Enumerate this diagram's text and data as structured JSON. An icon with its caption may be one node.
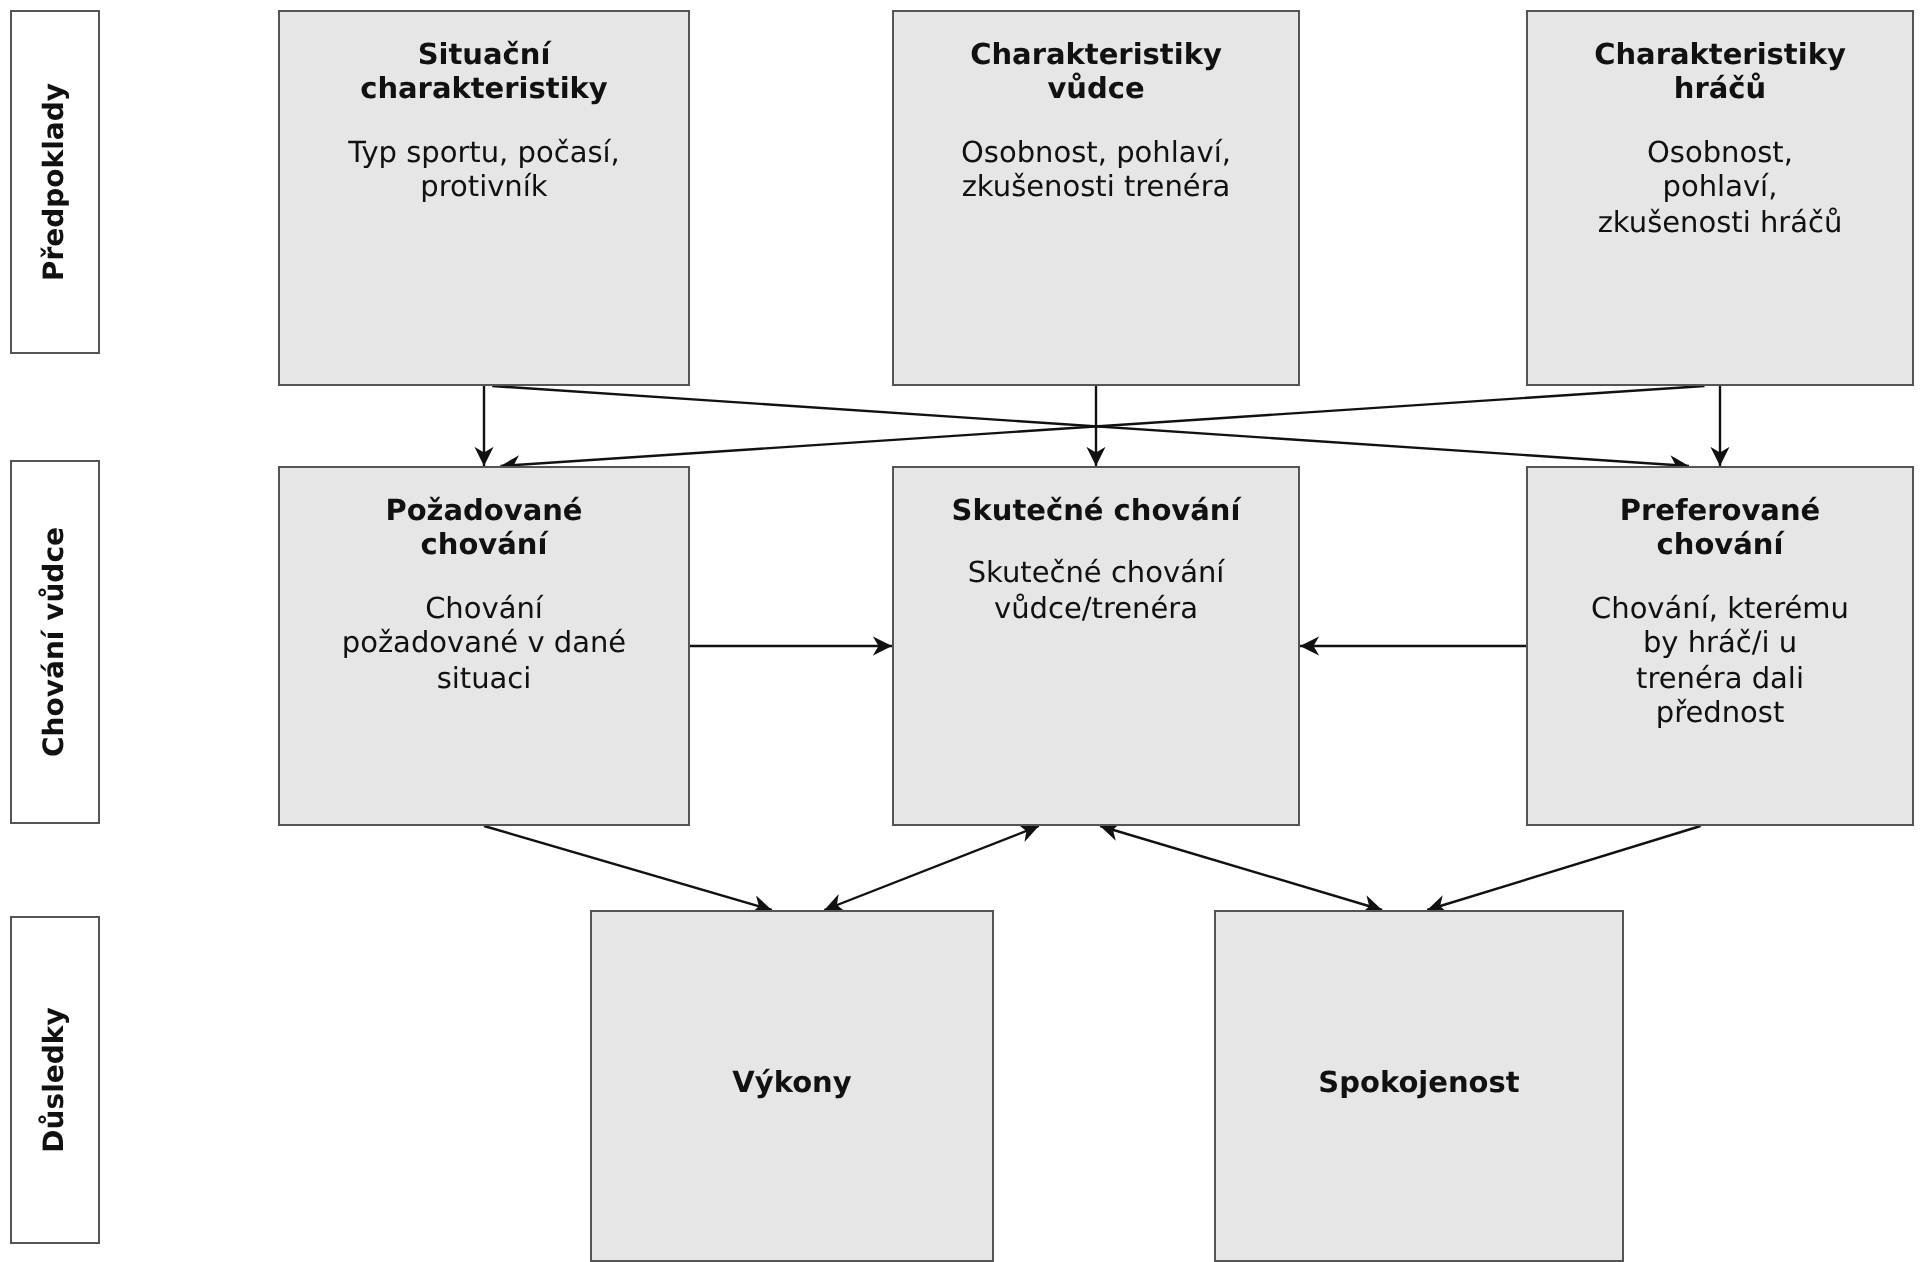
{
  "diagram": {
    "nodes": [
      {
        "text": [
          "Předpoklady"
        ]
      },
      {
        "text": [
          "Situační charakteristiky",
          "Typ sportu, počasí, protivník"
        ]
      },
      {
        "text": [
          "Charakteristiky vůdce",
          "Osobnost, pohlaví, zkušenosti trenéra"
        ]
      },
      {
        "text": [
          "Charakteristiky hráčů",
          "Osobnost, pohlaví, zkušenosti hráčů"
        ]
      },
      {
        "text": [
          "Chování vůdce"
        ]
      },
      {
        "text": [
          "Požadované chování",
          "Chování požadované v dané situaci"
        ]
      },
      {
        "text": [
          "Skutečné chování",
          "Skutečné chování vůdce/trenéra"
        ]
      },
      {
        "text": [
          "Preferované chování",
          "Chování, kterému by hráč/i u trenéra dali přednost"
        ]
      },
      {
        "text": [
          "Důsledky"
        ]
      },
      {
        "text": [
          "Výkony"
        ]
      },
      {
        "text": [
          "Spokojenost"
        ]
      }
    ],
    "edges": [
      {
        "from": 1,
        "to": 5,
        "arrow": "to"
      },
      {
        "from": 1,
        "to": 7,
        "arrow": "to"
      },
      {
        "from": 2,
        "to": 6,
        "arrow": "to"
      },
      {
        "from": 3,
        "to": 5,
        "arrow": "to"
      },
      {
        "from": 3,
        "to": 7,
        "arrow": "to"
      },
      {
        "from": 5,
        "to": 6,
        "arrow": "to"
      },
      {
        "from": 7,
        "to": 6,
        "arrow": "to"
      },
      {
        "from": 5,
        "to": 9,
        "arrow": "to"
      },
      {
        "from": 6,
        "to": 9,
        "arrow": "both"
      },
      {
        "from": 6,
        "to": 10,
        "arrow": "both"
      },
      {
        "from": 7,
        "to": 10,
        "arrow": "to"
      }
    ]
  }
}
